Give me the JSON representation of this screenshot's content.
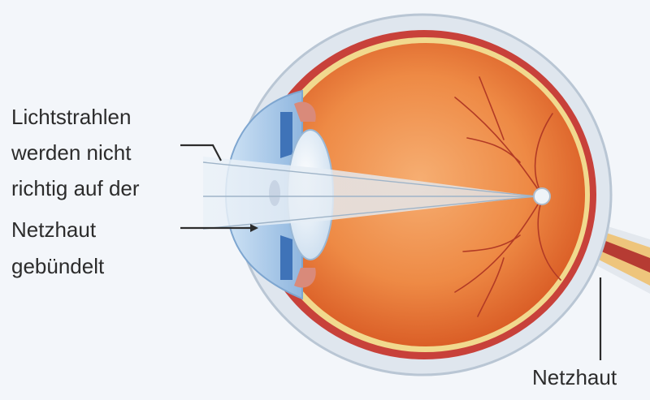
{
  "annotation": {
    "lines": [
      "Lichtstrahlen",
      "werden nicht",
      "richtig auf der",
      "Netzhaut",
      "gebündelt"
    ]
  },
  "labels": {
    "retina": "Netzhaut"
  },
  "colors": {
    "background": "#f3f6fa",
    "sclera": "#dfe6ee",
    "choroid": "#c8413a",
    "retina_layer": "#f1d98e",
    "vitreous_center": "#f4a064",
    "vitreous_edge": "#d9531f",
    "cornea": "#9ec4e8",
    "iris": "#3f73b8",
    "lens": "#e6f1fb",
    "light_beam": "#dce6ef",
    "optic_nerve": "#edc27a",
    "text": "#2c2c2c"
  }
}
